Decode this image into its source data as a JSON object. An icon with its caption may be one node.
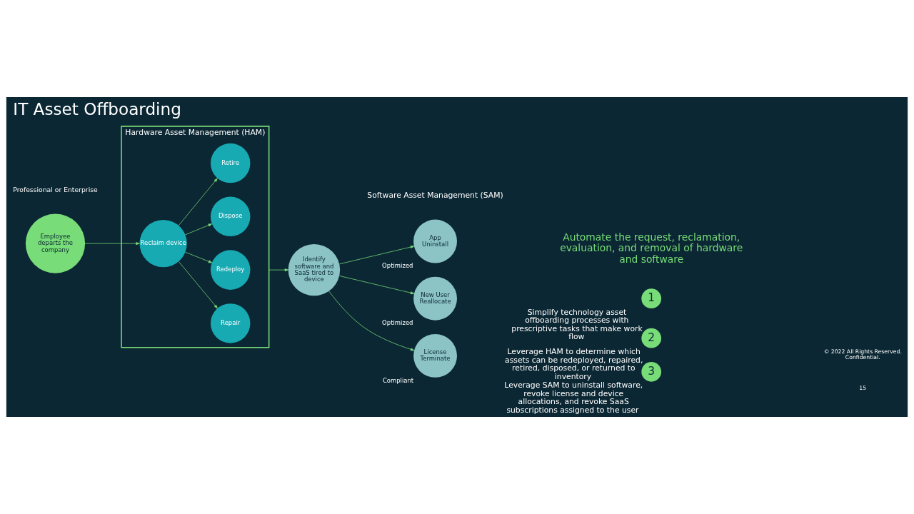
{
  "diagram": {
    "title": "IT Asset Offboarding",
    "nodes": [
      {
        "text": [
          "Employee departs the company"
        ]
      },
      {
        "text": [
          "Hardware Asset Management (HAM)"
        ]
      },
      {
        "text": [
          "Reclaim device"
        ],
        "in": 1
      },
      {
        "text": [
          "Repair"
        ],
        "in": 1
      },
      {
        "text": [
          "Redeploy"
        ],
        "in": 1
      },
      {
        "text": [
          "Dispose"
        ],
        "in": 1
      },
      {
        "text": [
          "Retire"
        ],
        "in": 1
      },
      {
        "text": [
          "Identify software and SaaS tired to device"
        ]
      },
      {
        "text": [
          "App",
          "Uninstall"
        ],
        "beside": [
          "Optimized"
        ]
      },
      {
        "text": [
          "New User",
          "Reallocate"
        ],
        "beside": [
          "Optimized"
        ]
      },
      {
        "text": [
          "License",
          "Terminate"
        ],
        "beside": [
          "Compliant"
        ]
      },
      {
        "text": [
          "1"
        ],
        "beside": [
          "Simplify technology asset offboarding processes with prescriptive tasks that make work flow"
        ]
      },
      {
        "text": [
          "2"
        ],
        "beside": [
          "Leverage HAM to determine which assets can be redeployed, repaired, retired, disposed, or returned to inventory"
        ]
      },
      {
        "text": [
          "3"
        ],
        "beside": [
          "Leverage SAM to uninstall software, revoke license and device allocations, and revoke SaaS subscriptions assigned to the user"
        ]
      }
    ],
    "edges": [
      {
        "from": 0,
        "to": 2,
        "arrow": "to"
      },
      {
        "from": 2,
        "to": 3,
        "arrow": "to"
      },
      {
        "from": 2,
        "to": 4,
        "arrow": "to"
      },
      {
        "from": 2,
        "to": 5,
        "arrow": "to"
      },
      {
        "from": 2,
        "to": 6,
        "arrow": "to"
      },
      {
        "from": 1,
        "to": 7,
        "arrow": "to"
      },
      {
        "from": 7,
        "to": 8,
        "arrow": "to"
      },
      {
        "from": 7,
        "to": 9,
        "arrow": "to"
      },
      {
        "from": 7,
        "to": 10,
        "arrow": "to"
      }
    ],
    "labels": [
      "Professional or Enterprise",
      "Software Asset Management (SAM)",
      "Automate the request, reclamation, evaluation, and removal of hardware and software",
      "© 2022 All Rights Reserved. Confidential.",
      "15"
    ]
  }
}
